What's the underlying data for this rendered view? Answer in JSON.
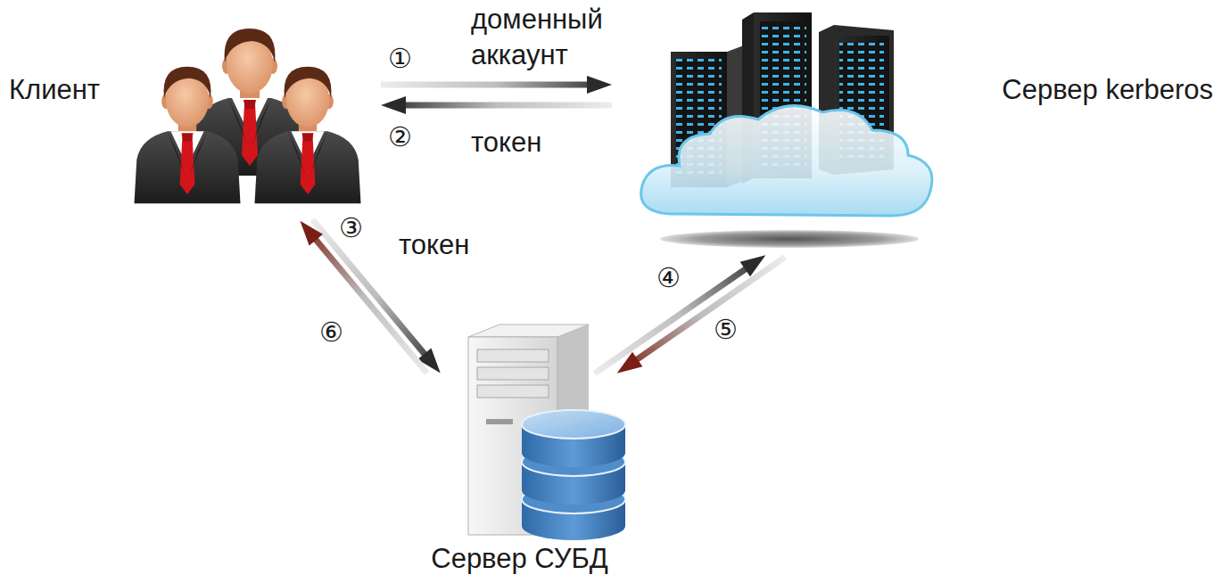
{
  "diagram": {
    "nodes": [
      {
        "text": [
          "Клиент"
        ]
      },
      {
        "text": [
          "Сервер kerberos"
        ]
      },
      {
        "text": [
          "Сервер СУБД"
        ]
      }
    ],
    "edges": [
      {
        "from": 0,
        "to": 1,
        "label": "доменный аккаунт",
        "arrow": "to"
      },
      {
        "from": 1,
        "to": 0,
        "label": "токен",
        "arrow": "to"
      },
      {
        "from": 0,
        "to": 2,
        "label": "токен",
        "arrow": "to"
      },
      {
        "from": 2,
        "to": 1,
        "arrow": "to"
      },
      {
        "from": 1,
        "to": 2,
        "arrow": "to"
      },
      {
        "from": 2,
        "to": 0,
        "arrow": "to"
      }
    ],
    "labels": [
      "①",
      "②",
      "③",
      "④",
      "⑤",
      "⑥"
    ]
  }
}
